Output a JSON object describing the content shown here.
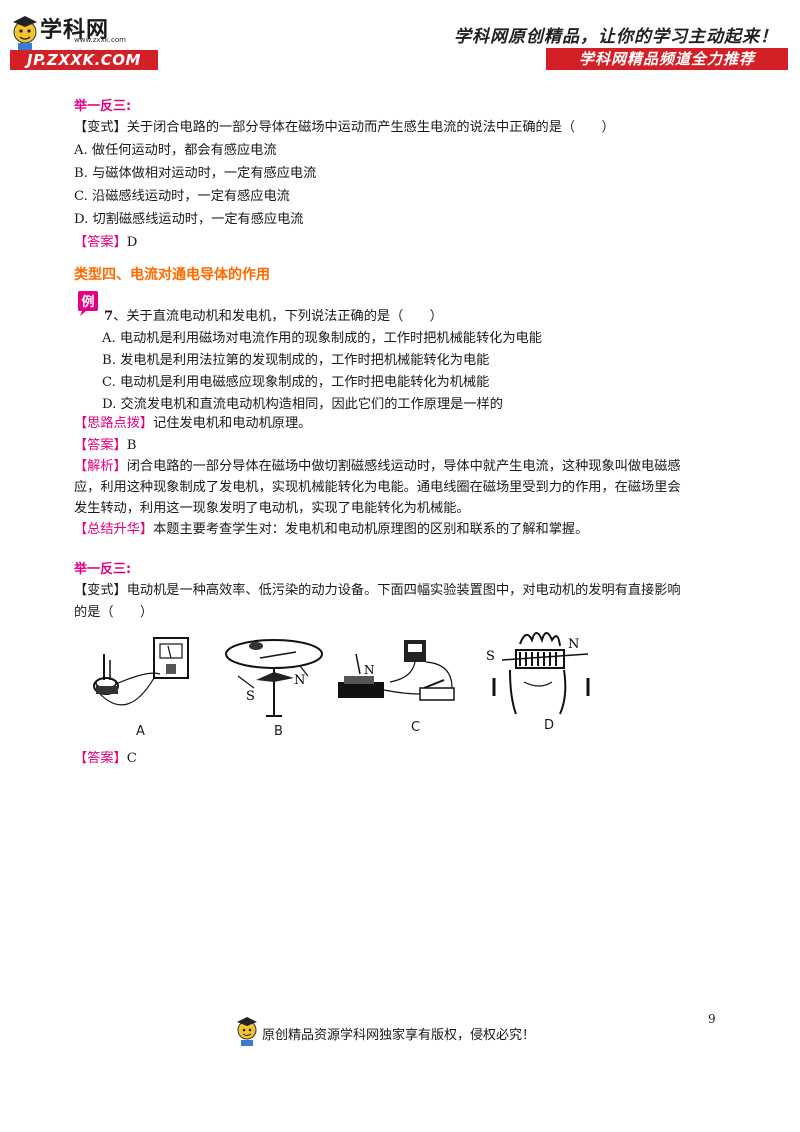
{
  "header": {
    "logo_cn": "学科网",
    "logo_url": "www.zxxk.com",
    "jp_banner": "JP.ZXXK.COM",
    "slogan": "学科网原创精品，让你的学习主动起来！",
    "channel_banner": "学科网精品频道全力推荐"
  },
  "section1": {
    "heading": "举一反三:",
    "q_tag": "【变式】",
    "q_text": "关于闭合电路的一部分导体在磁场中运动而产生感生电流的说法中正确的是（　　）",
    "options": [
      "A. 做任何运动时，都会有感应电流",
      "B. 与磁体做相对运动时，一定有感应电流",
      "C. 沿磁感线运动时，一定有感应电流",
      "D. 切割磁感线运动时，一定有感应电流"
    ],
    "ans_tag": "【答案】",
    "ans_text": "D"
  },
  "type4": {
    "heading": "类型四、电流对通电导体的作用",
    "badge": "例",
    "q_num": "7",
    "q_text": "、关于直流电动机和发电机，下列说法正确的是（　　）",
    "options": [
      "A. 电动机是利用磁场对电流作用的现象制成的，工作时把机械能转化为电能",
      "B. 发电机是利用法拉第的发现制成的，工作时把机械能转化为电能",
      "C. 电动机是利用电磁感应现象制成的，工作时把电能转化为机械能",
      "D. 交流发电机和直流电动机构造相同，因此它们的工作原理是一样的"
    ],
    "hint_tag": "【思路点拨】",
    "hint_text": "记住发电机和电动机原理。",
    "ans_tag": "【答案】",
    "ans_text": "B",
    "analysis_tag": "【解析】",
    "analysis_lines": [
      "闭合电路的一部分导体在磁场中做切割磁感线运动时，导体中就产生电流，这种现象叫做电磁感",
      "应，利用这种现象制成了发电机，实现机械能转化为电能。通电线圈在磁场里受到力的作用，在磁场里会",
      "发生转动，利用这一现象发明了电动机，实现了电能转化为机械能。"
    ],
    "summary_tag": "【总结升华】",
    "summary_text": "本题主要考查学生对：发电机和电动机原理图的区别和联系的了解和掌握。"
  },
  "section2": {
    "heading": "举一反三:",
    "q_tag": "【变式】",
    "q_lines": [
      "电动机是一种高效率、低污染的动力设备。下面四幅实验装置图中，对电动机的发明有直接影响",
      "的是（　　）"
    ],
    "figure_labels": [
      "A",
      "B",
      "C",
      "D"
    ],
    "fig_b_poles": [
      "S",
      "N"
    ],
    "fig_c_pole": "N",
    "fig_d_poles": [
      "S",
      "N"
    ],
    "ans_tag": "【答案】",
    "ans_text": "C"
  },
  "footer": {
    "page_number": "9",
    "copyright": "原创精品资源学科网独家享有版权，侵权必究！"
  },
  "colors": {
    "accent_red": "#d32027",
    "magenta": "#e4007f",
    "orange": "#ff6a00"
  }
}
